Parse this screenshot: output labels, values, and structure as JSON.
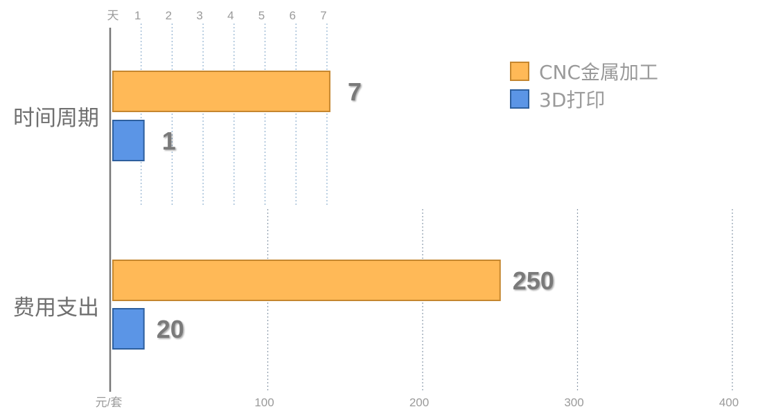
{
  "chart_data": {
    "type": "bar",
    "orientation": "horizontal",
    "legend": {
      "position": "top-right",
      "items": [
        {
          "name": "CNC金属加工",
          "color": "#ffb957",
          "border": "#c5862e"
        },
        {
          "name": "3D打印",
          "color": "#5b95e6",
          "border": "#2d5f9e"
        }
      ]
    },
    "panels": [
      {
        "category": "时间周期",
        "axis_unit": "天",
        "axis_position": "top",
        "ticks": [
          1,
          2,
          3,
          4,
          5,
          6,
          7
        ],
        "values": [
          7,
          1
        ],
        "value_labels": [
          "7",
          "1"
        ]
      },
      {
        "category": "费用支出",
        "axis_unit": "元/套",
        "axis_position": "bottom",
        "ticks": [
          100,
          200,
          300,
          400
        ],
        "values": [
          250,
          20
        ],
        "value_labels": [
          "250",
          "20"
        ]
      }
    ],
    "grid": true
  }
}
